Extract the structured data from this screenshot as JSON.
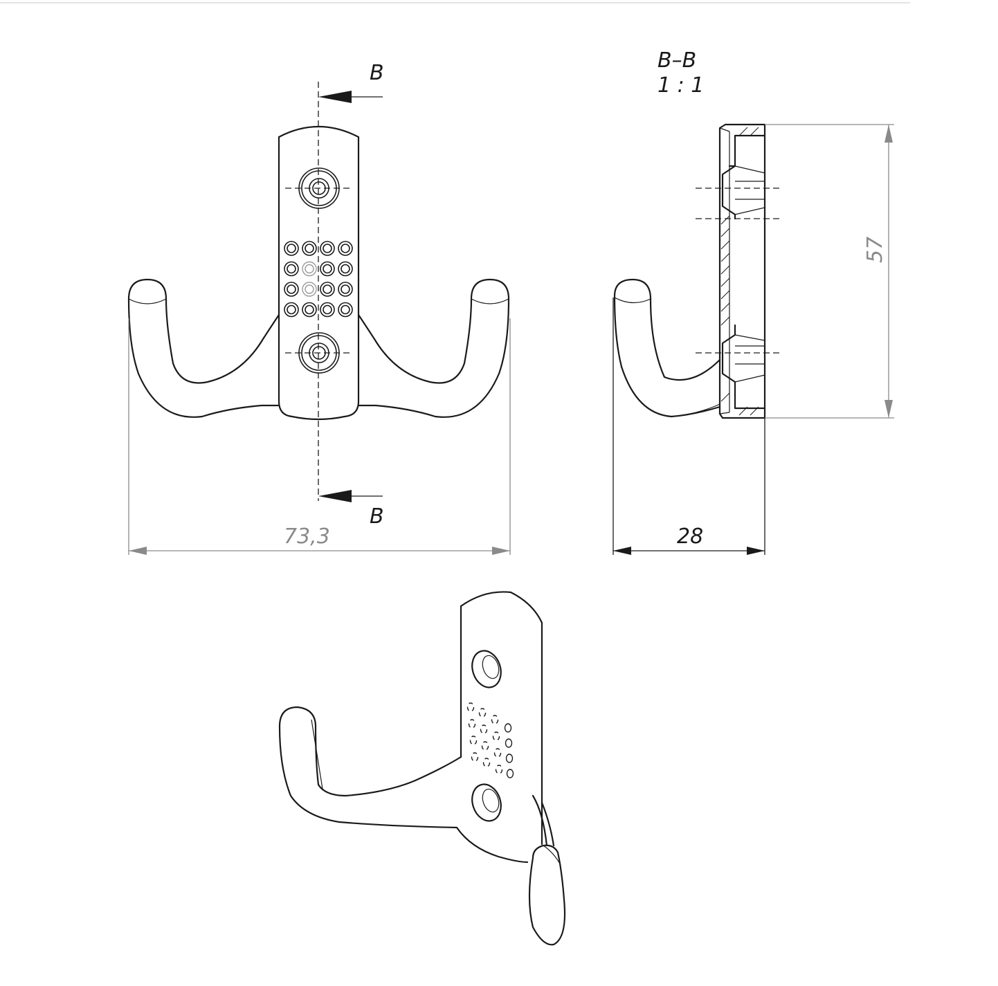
{
  "front_view": {
    "section_mark_top": "B",
    "section_mark_bottom": "B",
    "width_dimension": "73,3"
  },
  "section_view": {
    "title": "B–B",
    "scale": "1 : 1",
    "height_dimension": "57",
    "depth_dimension": "28"
  },
  "colors": {
    "line": "#1a1a1a",
    "dimension_grey": "#8a8a8a",
    "background": "#ffffff"
  }
}
